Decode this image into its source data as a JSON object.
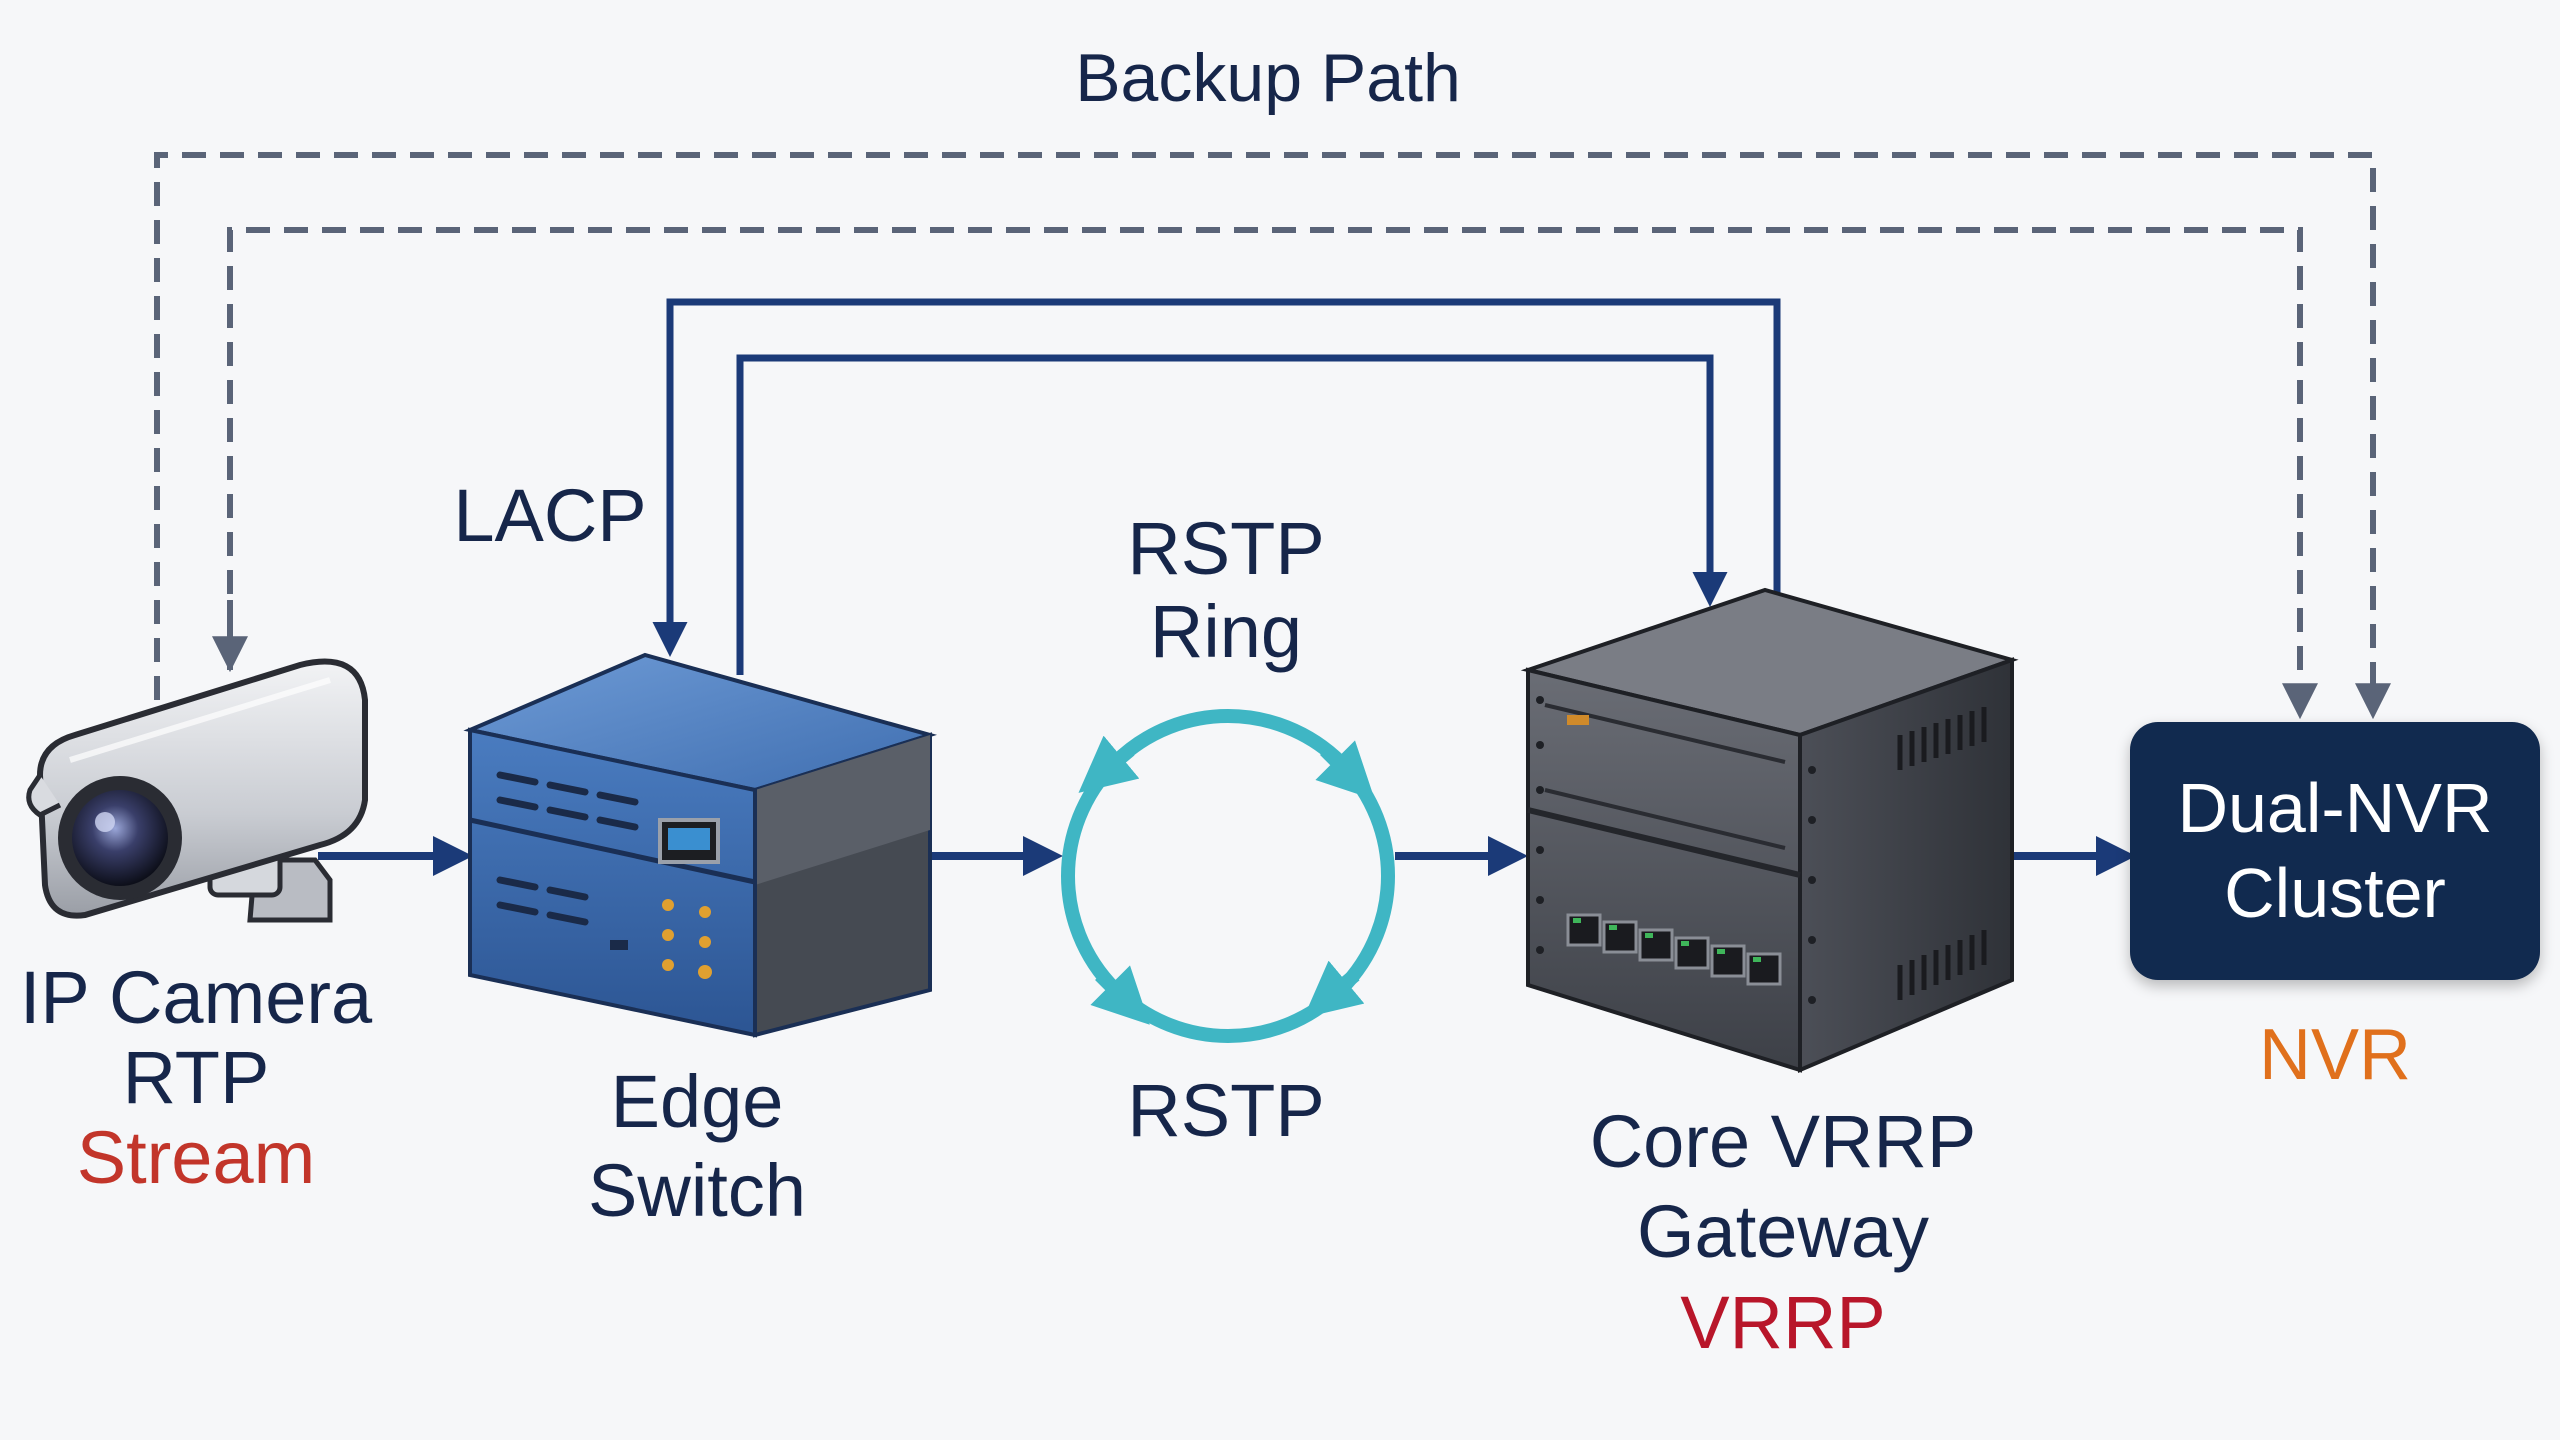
{
  "labels": {
    "backup_path": "Backup Path",
    "lacp": "LACP",
    "rstp_ring_line1": "RSTP",
    "rstp_ring_line2": "Ring",
    "rstp_bottom": "RSTP",
    "camera_line1": "IP Camera",
    "camera_line2": "RTP",
    "camera_line3": "Stream",
    "edge_line1": "Edge",
    "edge_line2": "Switch",
    "core_line1": "Core VRRP",
    "core_line2": "Gateway",
    "core_line3": "VRRP",
    "nvr_line1": "Dual-NVR",
    "nvr_line2": "Cluster",
    "nvr_tag": "NVR"
  },
  "colors": {
    "primary_link": "#1b3a78",
    "backup_link": "#5a6478",
    "ring": "#3fb6c4",
    "stream_red": "#c2352a",
    "vrrp_red": "#b8162a",
    "nvr_orange": "#e0701c",
    "nvr_box": "#112a4f",
    "edge_switch": "#3a6aa8",
    "core_gateway": "#4a4d55"
  },
  "icons": {
    "camera": "ip-camera-icon",
    "edge": "edge-switch-icon",
    "ring": "rstp-ring-icon",
    "core": "core-gateway-icon"
  }
}
